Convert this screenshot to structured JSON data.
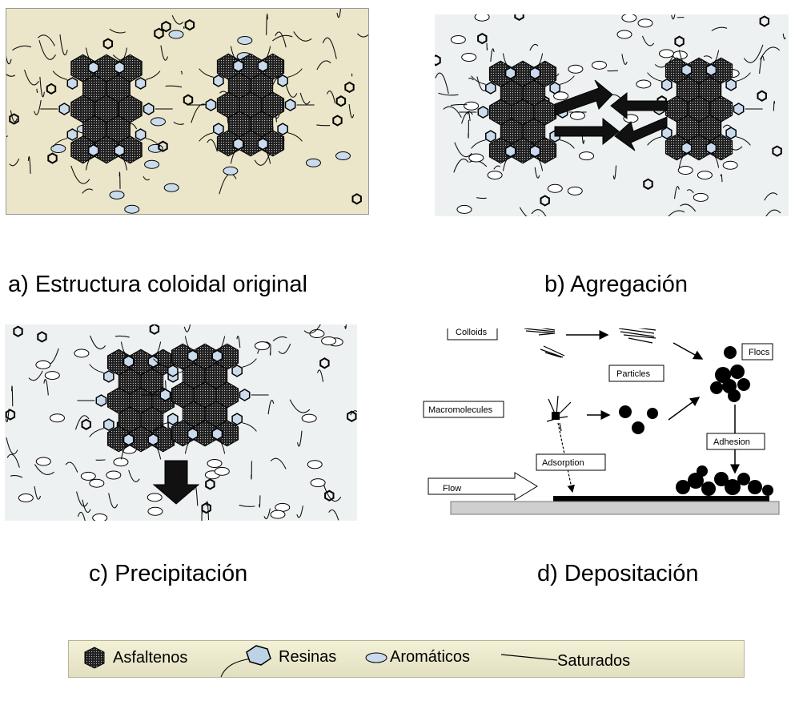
{
  "panels": {
    "a": {
      "caption": "a) Estructura coloidal original"
    },
    "b": {
      "caption": "b) Agregación"
    },
    "c": {
      "caption": "c) Precipitación"
    },
    "d": {
      "caption": "d) Depositación",
      "labels": {
        "colloids": "Colloids",
        "flocs": "Flocs",
        "particles": "Particles",
        "macromolecules": "Macromolecules",
        "adhesion": "Adhesion",
        "adsorption": "Adsorption",
        "flow": "Flow"
      }
    }
  },
  "legend": {
    "asphaltenes": "Asfaltenos",
    "resins": "Resinas",
    "aromatics": "Aromáticos",
    "saturates": "Saturados"
  },
  "colors": {
    "panel_a_background": "#ebe6c9",
    "panel_stipple_background": "#eef1f2",
    "aromatic_fill": "#c9dbec",
    "asphaltene_fill": "#2b2b2b",
    "legend_background": "#ebe8cc"
  }
}
